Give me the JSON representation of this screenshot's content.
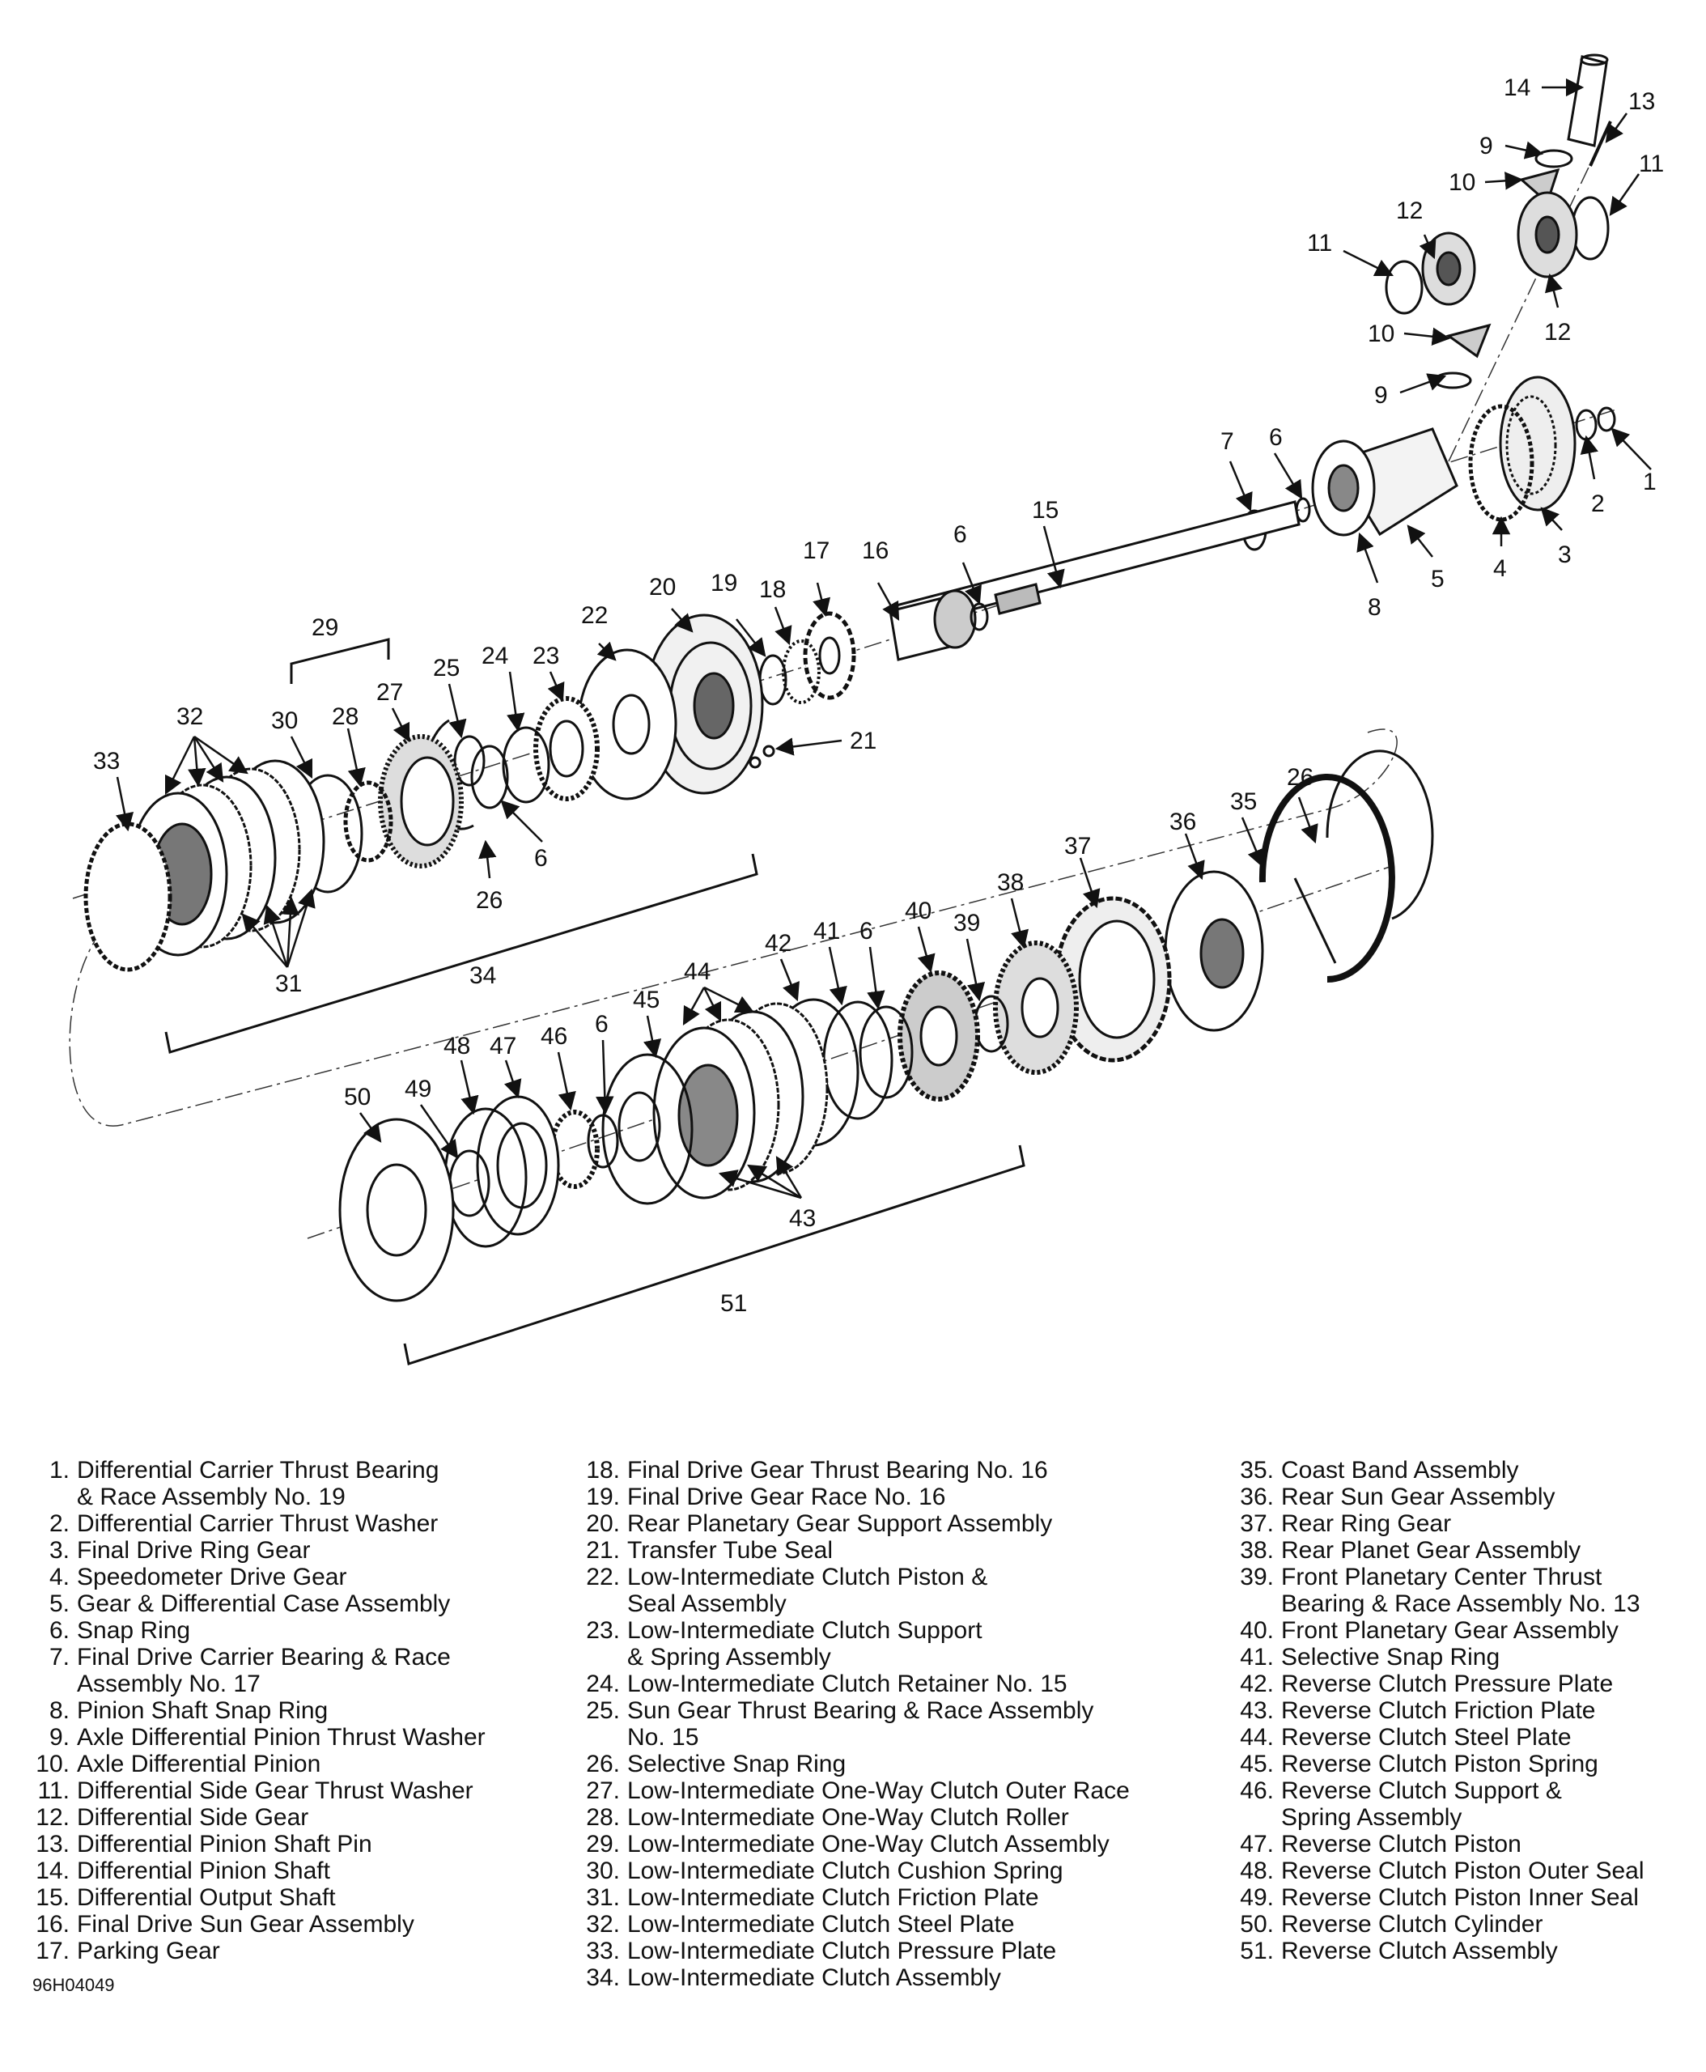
{
  "figure_id": "96H04049",
  "legend": [
    {
      "num": "1.",
      "text": "Differential Carrier Thrust Bearing",
      "text2": "& Race Assembly No. 19"
    },
    {
      "num": "2.",
      "text": "Differential Carrier Thrust Washer"
    },
    {
      "num": "3.",
      "text": "Final Drive Ring Gear"
    },
    {
      "num": "4.",
      "text": "Speedometer Drive Gear"
    },
    {
      "num": "5.",
      "text": "Gear & Differential Case Assembly"
    },
    {
      "num": "6.",
      "text": "Snap Ring"
    },
    {
      "num": "7.",
      "text": "Final Drive Carrier Bearing & Race",
      "text2": "Assembly No. 17"
    },
    {
      "num": "8.",
      "text": "Pinion Shaft Snap Ring"
    },
    {
      "num": "9.",
      "text": "Axle Differential Pinion Thrust Washer"
    },
    {
      "num": "10.",
      "text": "Axle Differential Pinion"
    },
    {
      "num": "11.",
      "text": "Differential Side Gear Thrust Washer"
    },
    {
      "num": "12.",
      "text": "Differential Side Gear"
    },
    {
      "num": "13.",
      "text": "Differential Pinion Shaft Pin"
    },
    {
      "num": "14.",
      "text": "Differential Pinion Shaft"
    },
    {
      "num": "15.",
      "text": "Differential Output Shaft"
    },
    {
      "num": "16.",
      "text": "Final Drive Sun Gear Assembly"
    },
    {
      "num": "17.",
      "text": "Parking Gear"
    },
    {
      "num": "18.",
      "text": "Final Drive Gear Thrust Bearing No. 16"
    },
    {
      "num": "19.",
      "text": "Final Drive Gear Race No. 16"
    },
    {
      "num": "20.",
      "text": "Rear Planetary Gear Support Assembly"
    },
    {
      "num": "21.",
      "text": "Transfer Tube Seal"
    },
    {
      "num": "22.",
      "text": "Low-Intermediate Clutch Piston &",
      "text2": "Seal Assembly"
    },
    {
      "num": "23.",
      "text": "Low-Intermediate Clutch Support",
      "text2": "& Spring Assembly"
    },
    {
      "num": "24.",
      "text": "Low-Intermediate Clutch Retainer No. 15"
    },
    {
      "num": "25.",
      "text": "Sun Gear Thrust Bearing & Race Assembly",
      "text2": "No. 15"
    },
    {
      "num": "26.",
      "text": "Selective Snap Ring"
    },
    {
      "num": "27.",
      "text": "Low-Intermediate One-Way Clutch Outer Race"
    },
    {
      "num": "28.",
      "text": "Low-Intermediate One-Way Clutch Roller"
    },
    {
      "num": "29.",
      "text": "Low-Intermediate One-Way Clutch Assembly"
    },
    {
      "num": "30.",
      "text": "Low-Intermediate Clutch Cushion Spring"
    },
    {
      "num": "31.",
      "text": "Low-Intermediate Clutch Friction Plate"
    },
    {
      "num": "32.",
      "text": "Low-Intermediate Clutch Steel Plate"
    },
    {
      "num": "33.",
      "text": "Low-Intermediate Clutch Pressure Plate"
    },
    {
      "num": "34.",
      "text": "Low-Intermediate Clutch Assembly"
    },
    {
      "num": "35.",
      "text": "Coast Band Assembly"
    },
    {
      "num": "36.",
      "text": "Rear Sun Gear Assembly"
    },
    {
      "num": "37.",
      "text": "Rear Ring Gear"
    },
    {
      "num": "38.",
      "text": "Rear Planet Gear Assembly"
    },
    {
      "num": "39.",
      "text": "Front Planetary Center Thrust",
      "text2": "Bearing & Race Assembly No. 13"
    },
    {
      "num": "40.",
      "text": "Front Planetary Gear Assembly"
    },
    {
      "num": "41.",
      "text": "Selective Snap Ring"
    },
    {
      "num": "42.",
      "text": "Reverse Clutch Pressure Plate"
    },
    {
      "num": "43.",
      "text": "Reverse Clutch Friction Plate"
    },
    {
      "num": "44.",
      "text": "Reverse Clutch Steel Plate"
    },
    {
      "num": "45.",
      "text": "Reverse Clutch Piston Spring"
    },
    {
      "num": "46.",
      "text": "Reverse Clutch Support &",
      "text2": "Spring Assembly"
    },
    {
      "num": "47.",
      "text": "Reverse Clutch Piston"
    },
    {
      "num": "48.",
      "text": "Reverse Clutch Piston Outer Seal"
    },
    {
      "num": "49.",
      "text": "Reverse Clutch Piston Inner Seal"
    },
    {
      "num": "50.",
      "text": "Reverse Clutch Cylinder"
    },
    {
      "num": "51.",
      "text": "Reverse Clutch Assembly"
    }
  ],
  "callouts": [
    "1",
    "2",
    "3",
    "4",
    "5",
    "6",
    "7",
    "8",
    "9",
    "10",
    "11",
    "12",
    "13",
    "14",
    "15",
    "16",
    "17",
    "18",
    "19",
    "20",
    "21",
    "22",
    "23",
    "24",
    "25",
    "26",
    "27",
    "28",
    "29",
    "30",
    "31",
    "32",
    "33",
    "34",
    "35",
    "36",
    "37",
    "38",
    "39",
    "40",
    "41",
    "42",
    "43",
    "44",
    "45",
    "46",
    "47",
    "48",
    "49",
    "50",
    "51"
  ]
}
